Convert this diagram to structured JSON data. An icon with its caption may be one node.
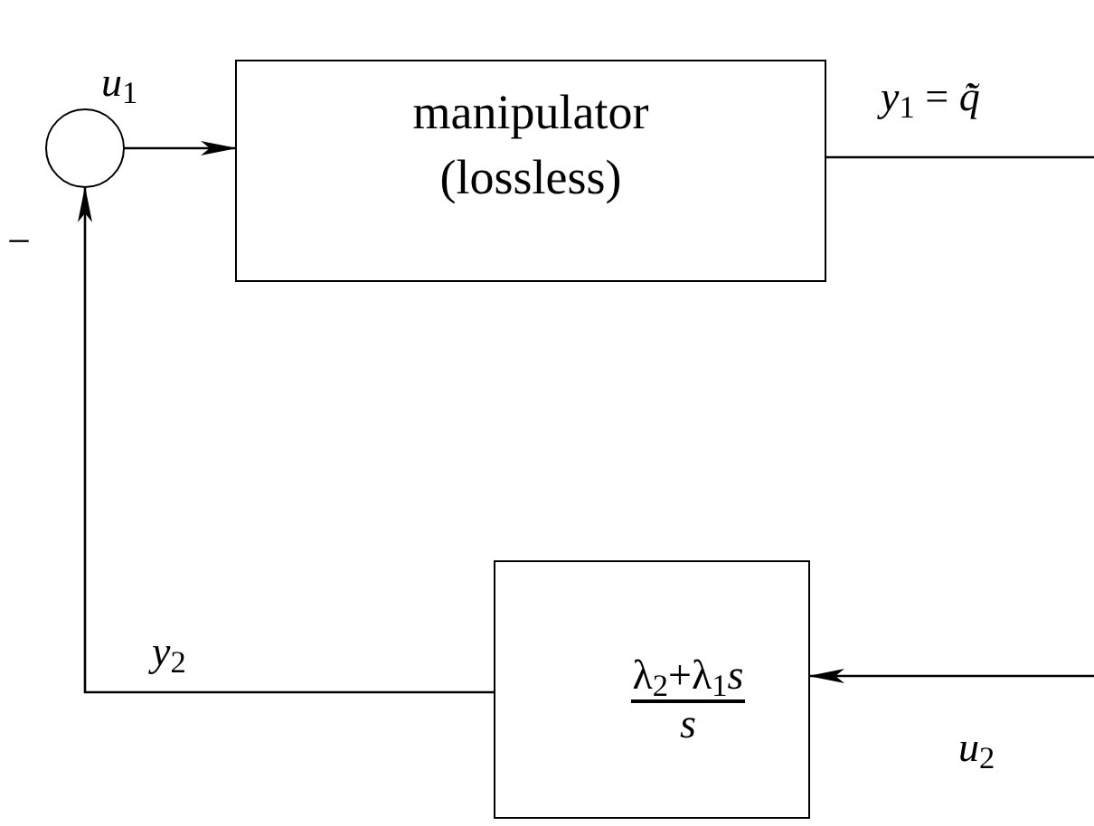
{
  "diagram": {
    "nodes": [
      {
        "text": [],
        "shape": "circle"
      },
      {
        "text": [
          "manipulator (lossless)"
        ]
      },
      {
        "text": [
          "λ$_{2}$+λ$_{1}$*s*",
          "*s*"
        ]
      }
    ],
    "edges": [
      {
        "from": 0,
        "to": 1,
        "arrow": "to"
      },
      {
        "from": 1,
        "to": null,
        "arrow": "none",
        "label": "*y*$_{1}$ = *q̃̇*"
      },
      {
        "from": null,
        "to": 2,
        "arrow": "to",
        "label": "*u*$_{2}$"
      },
      {
        "from": 2,
        "to": 0,
        "arrow": "to",
        "label": "*y*$_{2}$"
      }
    ],
    "labels": [
      "*u*$_{1}$",
      "−"
    ]
  }
}
